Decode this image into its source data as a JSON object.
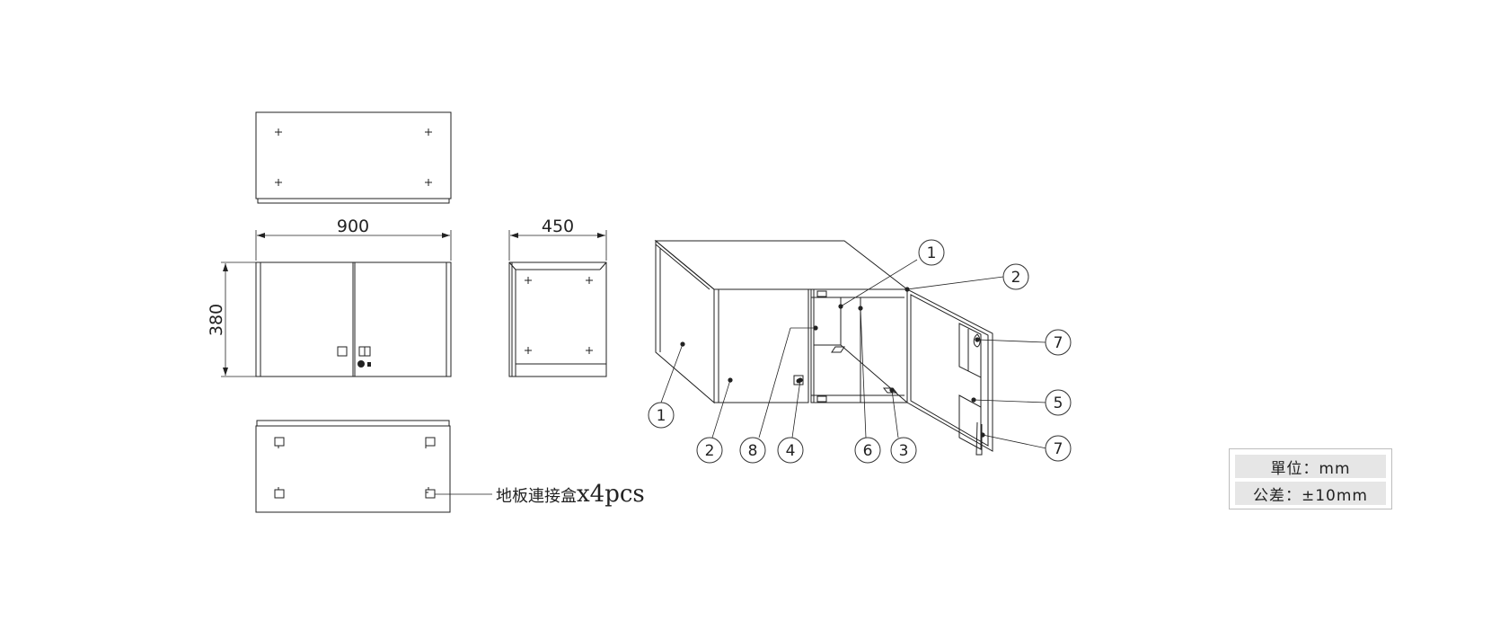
{
  "dimensions": {
    "width": "900",
    "depth": "450",
    "height": "380"
  },
  "callouts": [
    "1",
    "2",
    "1",
    "2",
    "8",
    "4",
    "6",
    "3",
    "7",
    "5",
    "7"
  ],
  "floor_connector_note": {
    "label": "地板連接盒",
    "quantity": "x4pcs"
  },
  "units": {
    "unit": "單位：mm",
    "tolerance": "公差：±10mm"
  }
}
